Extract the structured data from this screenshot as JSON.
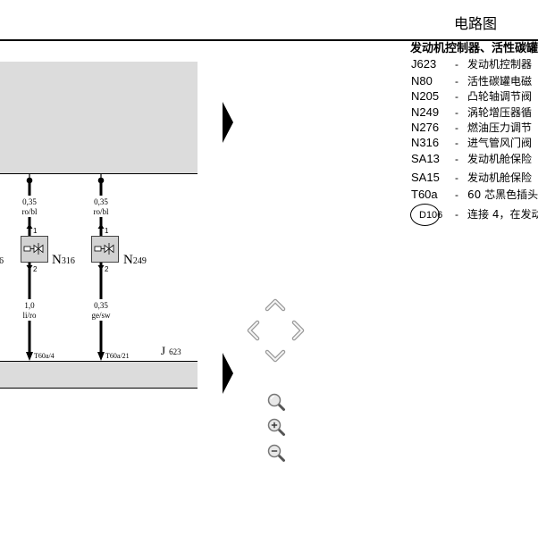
{
  "header": {
    "title": "电路图"
  },
  "legend": {
    "title": "发动机控制器、活性碳罐",
    "separator": "-",
    "items": [
      {
        "code": "J623",
        "desc": "发动机控制器"
      },
      {
        "code": "N80",
        "desc": "活性碳罐电磁"
      },
      {
        "code": "N205",
        "desc": "凸轮轴调节阀"
      },
      {
        "code": "N249",
        "desc": "涡轮增压器循"
      },
      {
        "code": "N276",
        "desc": "燃油压力调节"
      },
      {
        "code": "N316",
        "desc": "进气管风门阀"
      },
      {
        "code": "SA13",
        "desc": "发动机舱保险"
      },
      {
        "code": "SA15",
        "desc": "发动机舱保险"
      },
      {
        "code": "T60a",
        "desc": "60 芯黑色插头"
      }
    ],
    "connection": {
      "code": "D106",
      "desc": "连接 4，在发动"
    }
  },
  "diagram": {
    "partial_label": "6",
    "wires": [
      {
        "gauge_top": "0,35",
        "color_top": "ro/bl",
        "pin_top": "1",
        "pin_bottom": "2",
        "component": {
          "letter": "N",
          "number": "316"
        },
        "gauge_bottom": "1,0",
        "color_bottom": "li/ro",
        "terminal": "T60a/4"
      },
      {
        "gauge_top": "0,35",
        "color_top": "ro/bl",
        "pin_top": "1",
        "pin_bottom": "2",
        "component": {
          "letter": "N",
          "number": "249"
        },
        "gauge_bottom": "0,35",
        "color_bottom": "ge/sw",
        "terminal": "T60a/21"
      }
    ],
    "control_unit": {
      "letter": "J",
      "number": "623"
    }
  },
  "navigation": {
    "pan_up": "chevron-up-icon",
    "pan_left": "chevron-left-icon",
    "pan_right": "chevron-right-icon",
    "pan_down": "chevron-down-icon",
    "zoom_reset": "magnifier-icon",
    "zoom_in": "zoom-in-icon",
    "zoom_out": "zoom-out-icon",
    "sheet_arrow": "triangle-right-icon"
  },
  "colors": {
    "panel_fill": "#dcdcdc",
    "component_fill": "#d2d2d2",
    "icon_stroke": "#9a9a9a",
    "magnifier_glass": "#e8e8e8"
  }
}
